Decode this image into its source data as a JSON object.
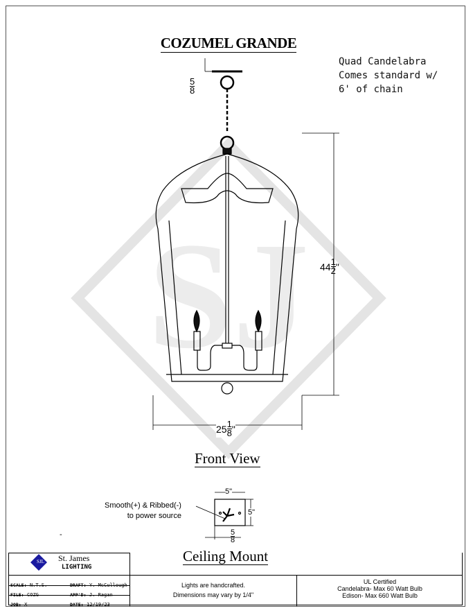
{
  "title": "COZUMEL GRANDE",
  "notes": [
    "Quad Candelabra",
    "Comes standard w/",
    "6' of chain"
  ],
  "dimensions": {
    "canopy_offset_whole": "",
    "canopy_offset_num": "5",
    "canopy_offset_den": "8",
    "height_whole": "44",
    "height_num": "1",
    "height_den": "2",
    "width_whole": "25",
    "width_num": "1",
    "width_den": "8",
    "mount_width": "5\"",
    "mount_height": "5\"",
    "mount_offset_num": "5",
    "mount_offset_den": "8"
  },
  "views": {
    "front": "Front View",
    "ceiling": "Ceiling Mount"
  },
  "mount_callout": [
    "Smooth(+) & Ribbed(-)",
    "to power source"
  ],
  "stray_mark": "-",
  "title_block": {
    "company_line1": "St. James",
    "company_line2": "LIGHTING",
    "logo_text": "SJL",
    "scale_label": "SCALE:",
    "scale_value": "N.T.S.",
    "file_label": "FILE:",
    "file_value": "COZG",
    "job_label": "JOB:",
    "job_value": "X",
    "draft_label": "DRAFT:",
    "draft_value": "Y. McCullough",
    "appd_label": "APP'D:",
    "appd_value": "J. Ragan",
    "date_label": "DATE:",
    "date_value": "12/19/23",
    "handcrafted_line1": "Lights are handcrafted.",
    "handcrafted_line2": "Dimensions may vary by 1/4\"",
    "cert_line1": "UL Certified",
    "cert_line2": "Candelabra- Max 60 Watt Bulb",
    "cert_line3": "Edison- Max 660 Watt Bulb"
  },
  "colors": {
    "logo": "#1a1aa0",
    "dimension_accent": "#6b5a00",
    "watermark": "#e6e6e6"
  }
}
